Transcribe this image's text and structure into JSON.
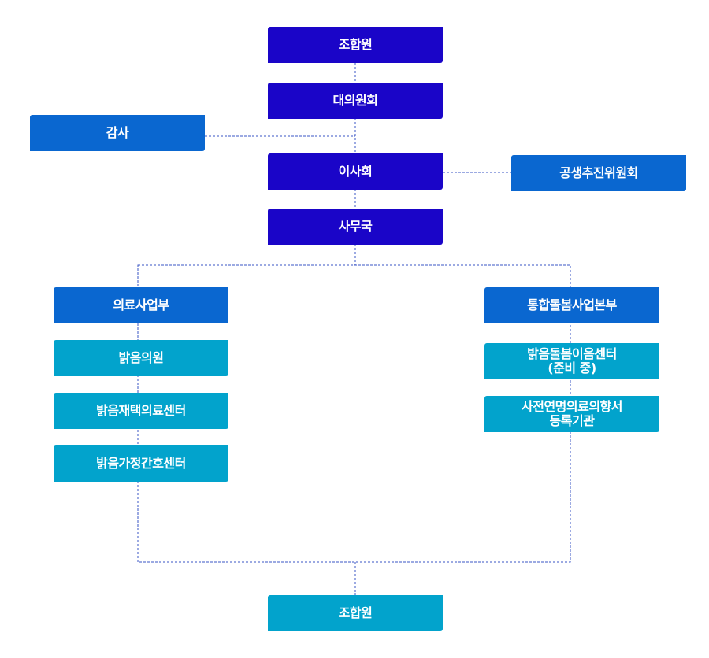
{
  "org_chart": {
    "union_members_top": "조합원",
    "delegates_council": "대의원회",
    "audit": "감사",
    "board": "이사회",
    "public_promotion_committee": "공생추진위원회",
    "secretariat": "사무국",
    "medical_division": {
      "title": "의료사업부",
      "items": [
        "밝음의원",
        "밝음재택의료센터",
        "밝음가정간호센터"
      ]
    },
    "integrated_care_division": {
      "title": "통합돌봄사업본부",
      "items": [
        {
          "line1": "밝음돌봄이음센터",
          "line2": "(준비 중)"
        },
        {
          "line1": "사전연명의료의향서",
          "line2": "등록기관"
        }
      ]
    },
    "union_members_bottom": "조합원"
  },
  "colors": {
    "indigo": "#1a05c8",
    "blue": "#0a67d0",
    "cyan": "#02a3cc",
    "connector": "#3a54c4"
  }
}
